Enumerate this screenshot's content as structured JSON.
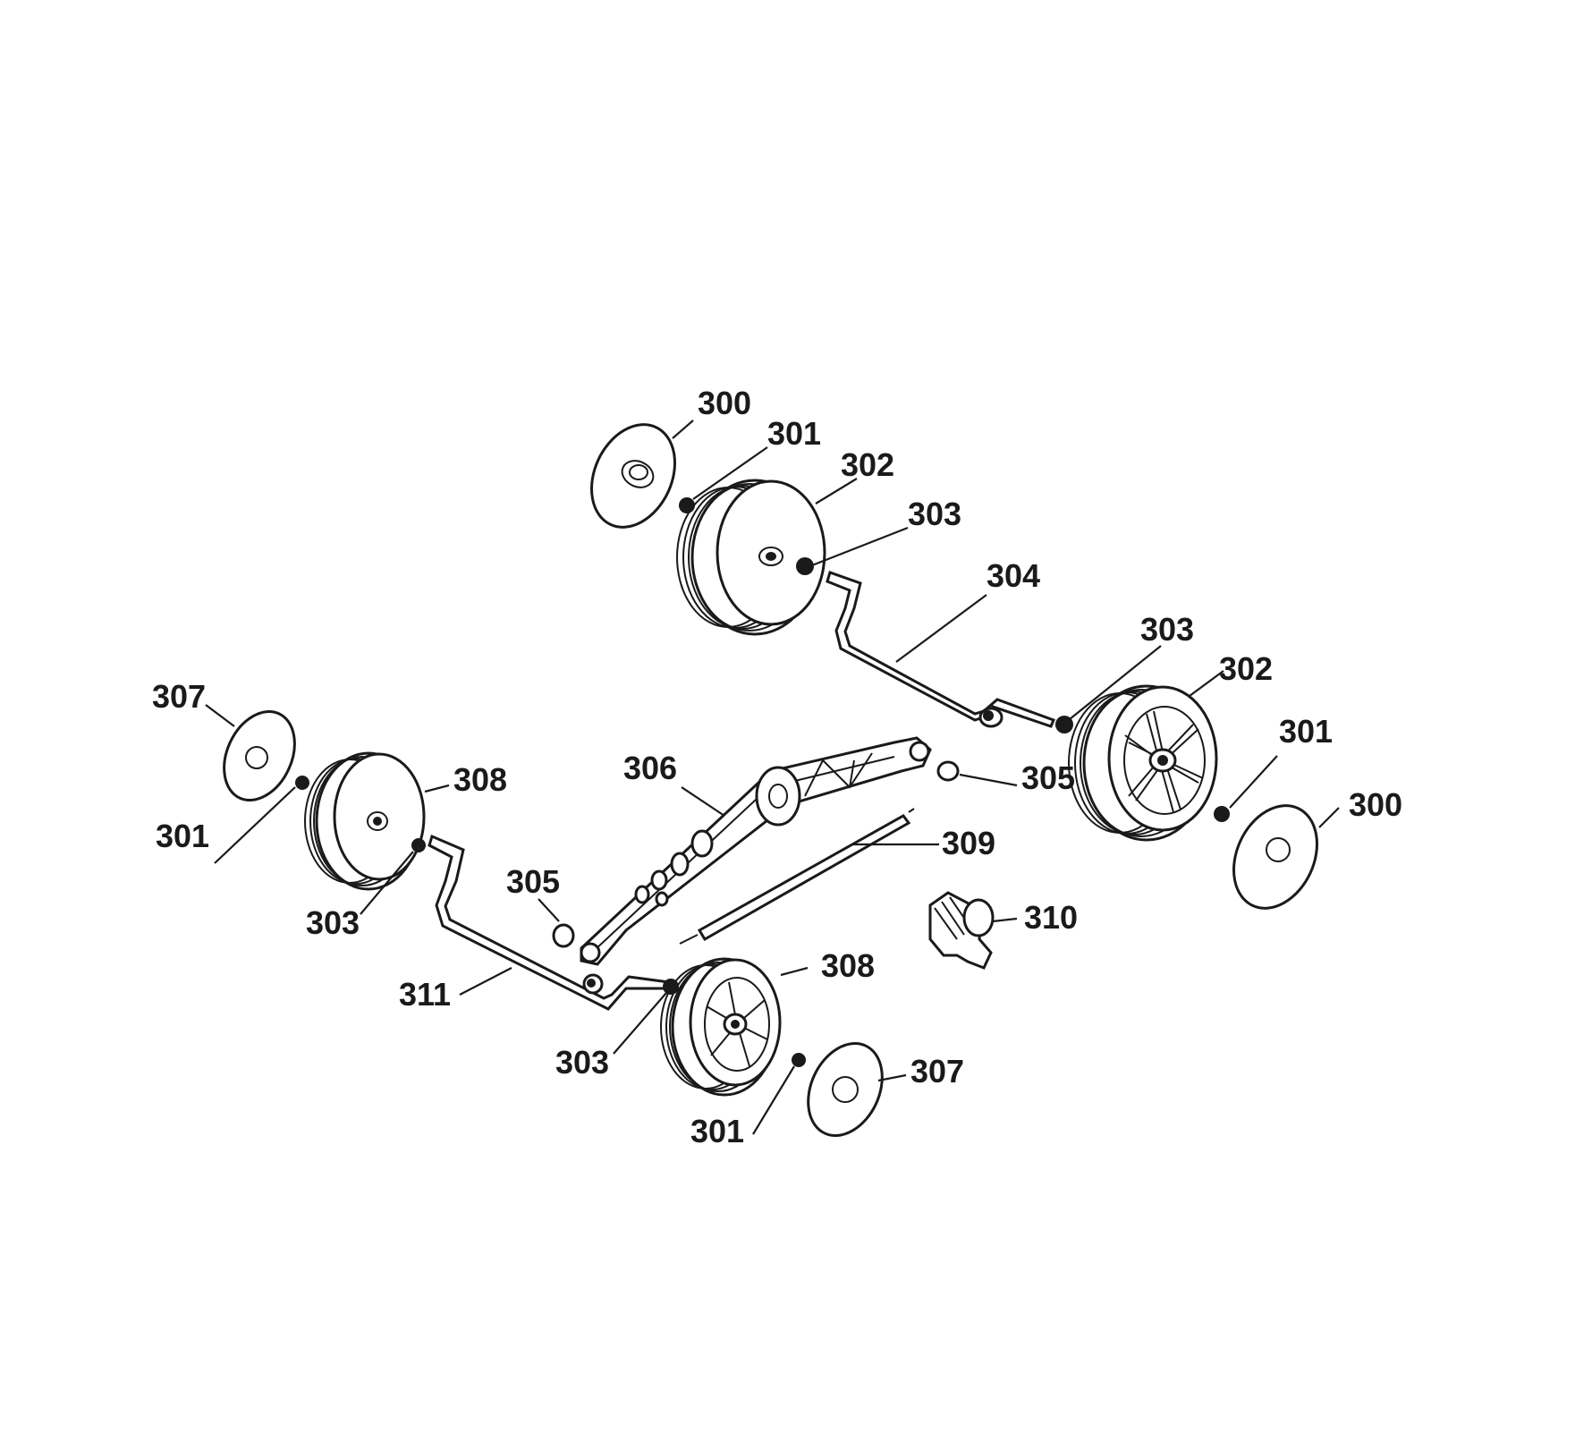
{
  "callouts": {
    "c300_top": "300",
    "c301_top": "301",
    "c302_top": "302",
    "c303_top": "303",
    "c304": "304",
    "c303_right": "303",
    "c302_right": "302",
    "c301_right": "301",
    "c300_right": "300",
    "c305_right": "305",
    "c306": "306",
    "c309": "309",
    "c310": "310",
    "c307_left": "307",
    "c301_left": "301",
    "c308_left": "308",
    "c303_left": "303",
    "c305_left": "305",
    "c311": "311",
    "c308_front": "308",
    "c303_front": "303",
    "c301_front": "301",
    "c307_front": "307"
  }
}
